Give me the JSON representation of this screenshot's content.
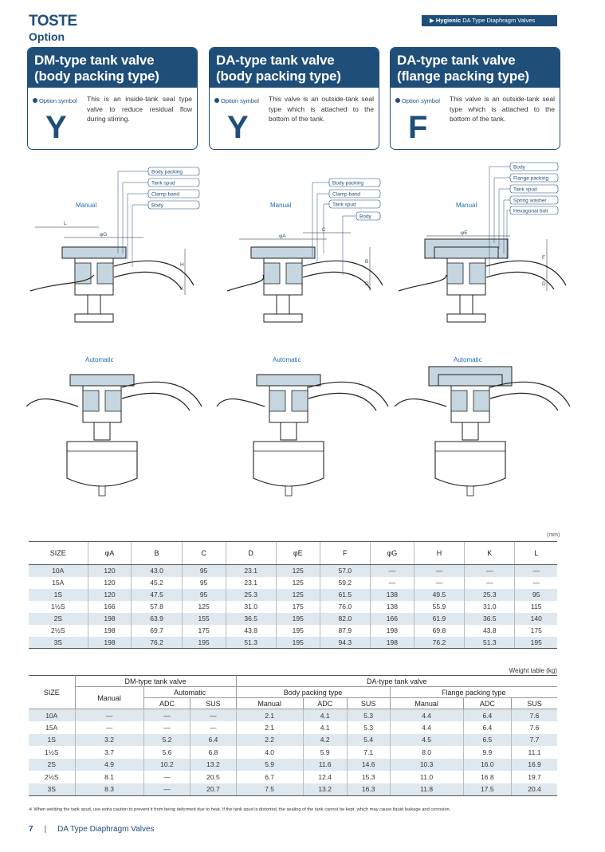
{
  "header": {
    "brand": "TOSTE",
    "section": "Option",
    "category_bold": "Hygienic",
    "category_rest": "DA Type Diaphragm Valves"
  },
  "cards": [
    {
      "title_line1": "DM-type tank valve",
      "title_line2": "(body packing type)",
      "option_label": "Option symbol",
      "letter": "Y",
      "desc": "This is an inside-tank seal type valve to reduce residual flow during stirring."
    },
    {
      "title_line1": "DA-type tank valve",
      "title_line2": "(body packing type)",
      "option_label": "Option symbol",
      "letter": "Y",
      "desc": "This valve is an outside-tank seal type which is attached to the bottom of the tank."
    },
    {
      "title_line1": "DA-type tank valve",
      "title_line2": "(flange packing type)",
      "option_label": "Option symbol",
      "letter": "F",
      "desc": "This valve is an outside-tank seal type which is attached to the bottom of the tank."
    }
  ],
  "diagrams": {
    "manual": "Manual",
    "automatic": "Automatic",
    "dm_callouts": [
      "Body packing",
      "Tank spud",
      "Clamp band",
      "Body"
    ],
    "da_body_callouts": [
      "Body packing",
      "Clamp band",
      "Tank spud",
      "Body"
    ],
    "da_flange_callouts": [
      "Body",
      "Flange packing",
      "Tank spud",
      "Spring washer",
      "Hexagonal bolt"
    ],
    "dim_letters": {
      "L": "L",
      "G": "φG",
      "H": "H",
      "K": "K",
      "A": "φA",
      "C": "C",
      "B": "B",
      "D": "D",
      "E": "φE",
      "F": "F"
    }
  },
  "dimension_table": {
    "unit": "(mm)",
    "headers": [
      "SIZE",
      "φA",
      "B",
      "C",
      "D",
      "φE",
      "F",
      "φG",
      "H",
      "K",
      "L"
    ],
    "rows": [
      [
        "10A",
        "120",
        "43.0",
        "95",
        "23.1",
        "125",
        "57.0",
        "—",
        "—",
        "—",
        "—"
      ],
      [
        "15A",
        "120",
        "45.2",
        "95",
        "23.1",
        "125",
        "59.2",
        "—",
        "—",
        "—",
        "—"
      ],
      [
        "1S",
        "120",
        "47.5",
        "95",
        "25.3",
        "125",
        "61.5",
        "138",
        "49.5",
        "25.3",
        "95"
      ],
      [
        "1½S",
        "166",
        "57.8",
        "125",
        "31.0",
        "175",
        "76.0",
        "138",
        "55.9",
        "31.0",
        "115"
      ],
      [
        "2S",
        "198",
        "63.9",
        "155",
        "36.5",
        "195",
        "82.0",
        "166",
        "61.9",
        "36.5",
        "140"
      ],
      [
        "2½S",
        "198",
        "69.7",
        "175",
        "43.8",
        "195",
        "87.9",
        "198",
        "69.8",
        "43.8",
        "175"
      ],
      [
        "3S",
        "198",
        "76.2",
        "195",
        "51.3",
        "195",
        "94.3",
        "198",
        "76.2",
        "51.3",
        "195"
      ]
    ]
  },
  "weight_table": {
    "caption": "Weight table (kg)",
    "size": "SIZE",
    "dm": "DM-type tank valve",
    "da": "DA-type tank valve",
    "body_packing": "Body packing type",
    "flange_packing": "Flange packing type",
    "manual": "Manual",
    "automatic": "Automatic",
    "adc": "ADC",
    "sus": "SUS",
    "rows": [
      [
        "10A",
        "—",
        "—",
        "—",
        "2.1",
        "4.1",
        "5.3",
        "4.4",
        "6.4",
        "7.6"
      ],
      [
        "15A",
        "—",
        "—",
        "—",
        "2.1",
        "4.1",
        "5.3",
        "4.4",
        "6.4",
        "7.6"
      ],
      [
        "1S",
        "3.2",
        "5.2",
        "6.4",
        "2.2",
        "4.2",
        "5.4",
        "4.5",
        "6.5",
        "7.7"
      ],
      [
        "1½S",
        "3.7",
        "5.6",
        "6.8",
        "4.0",
        "5.9",
        "7.1",
        "8.0",
        "9.9",
        "11.1"
      ],
      [
        "2S",
        "4.9",
        "10.2",
        "13.2",
        "5.9",
        "11.6",
        "14.6",
        "10.3",
        "16.0",
        "16.9"
      ],
      [
        "2½S",
        "8.1",
        "—",
        "20.5",
        "6.7",
        "12.4",
        "15.3",
        "11.0",
        "16.8",
        "19.7"
      ],
      [
        "3S",
        "8.3",
        "—",
        "20.7",
        "7.5",
        "13.2",
        "16.3",
        "11.8",
        "17.5",
        "20.4"
      ]
    ]
  },
  "note": "※ When welding the tank spud, use extra caution to prevent it from being deformed due to heat. If the tank spud is distorted, the sealing of the tank cannot be kept, which may cause liquid leakage and corrosion.",
  "footer": {
    "page": "7",
    "separator": "|",
    "title": "DA Type Diaphragm Valves"
  },
  "colors": {
    "brand": "#1f4e79",
    "table_alt": "#dfe8ef",
    "part_fill": "#c5d6e0",
    "label_blue": "#1f6fb5"
  }
}
